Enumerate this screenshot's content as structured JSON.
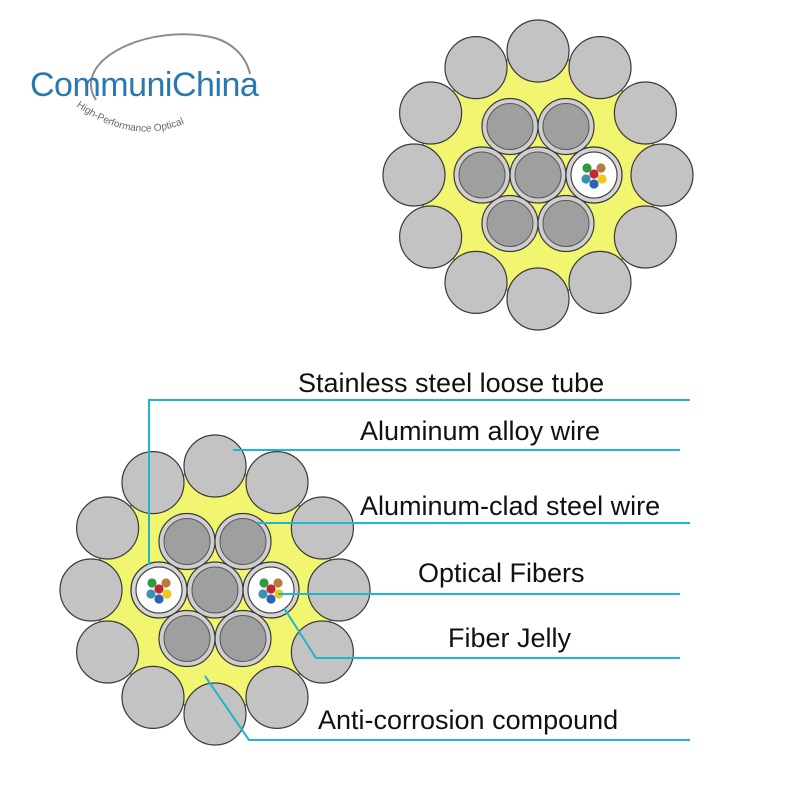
{
  "brand": {
    "name": "CommuniChina",
    "tagline": "High-Performance Optical",
    "colors": {
      "blue": "#2a78ad",
      "gray": "#8c8c8c"
    }
  },
  "diagram": {
    "labels": {
      "stainless_tube": "Stainless steel loose tube",
      "aluminum_alloy_wire": "Aluminum alloy wire",
      "aluminum_clad_steel_wire": "Aluminum-clad steel wire",
      "optical_fibers": "Optical Fibers",
      "fiber_jelly": "Fiber Jelly",
      "anti_corrosion_compound": "Anti-corrosion compound"
    },
    "colors": {
      "outer_wire": "#c3c3c3",
      "inner_wire": "#9f9f9f",
      "compound": "#f2f56f",
      "leader": "#23b4cf",
      "fibers": [
        "#2e9a3c",
        "#b87b3f",
        "#c2262e",
        "#3e8fb0",
        "#2a62b5",
        "#f0c61c"
      ]
    }
  }
}
